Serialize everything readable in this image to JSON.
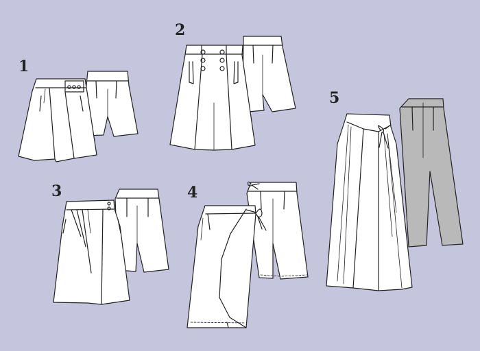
{
  "models": [
    {
      "number": "1"
    },
    {
      "number": "2"
    },
    {
      "number": "3"
    },
    {
      "number": "4"
    },
    {
      "number": "5"
    }
  ],
  "colors": {
    "background": "#c5c5de",
    "garment_fill": "#ffffff",
    "garment_back_fill_5": "#b9b9b9",
    "outline": "#222222"
  }
}
